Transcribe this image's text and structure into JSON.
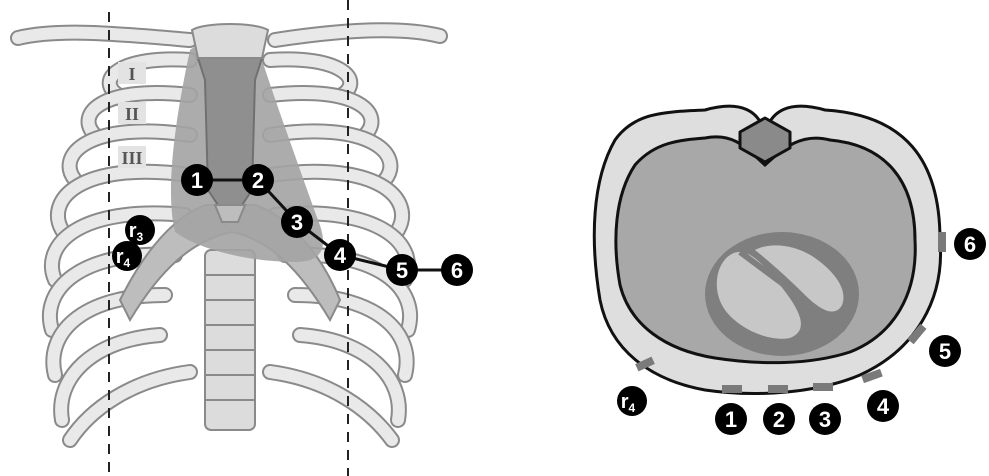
{
  "left_figure": {
    "rib_labels": [
      "I",
      "II",
      "III"
    ],
    "limb_electrode_labels": [
      {
        "main": "r",
        "sub": "3"
      },
      {
        "main": "r",
        "sub": "4"
      }
    ],
    "precordial_labels": [
      "1",
      "2",
      "3",
      "4",
      "5",
      "6"
    ]
  },
  "right_figure": {
    "electrode_labels": [
      {
        "main": "r",
        "sub": "4"
      },
      {
        "main": "1",
        "sub": ""
      },
      {
        "main": "2",
        "sub": ""
      },
      {
        "main": "3",
        "sub": ""
      },
      {
        "main": "4",
        "sub": ""
      },
      {
        "main": "5",
        "sub": ""
      },
      {
        "main": "6",
        "sub": ""
      }
    ]
  },
  "colors": {
    "bone": "#e9e9e9",
    "bone_outline": "#8a8a8a",
    "heart_shadow": "#a3a3a3",
    "tissue": "#a8a8a8",
    "electrode_pad": "#7a7a7a",
    "marker": "#000000"
  }
}
